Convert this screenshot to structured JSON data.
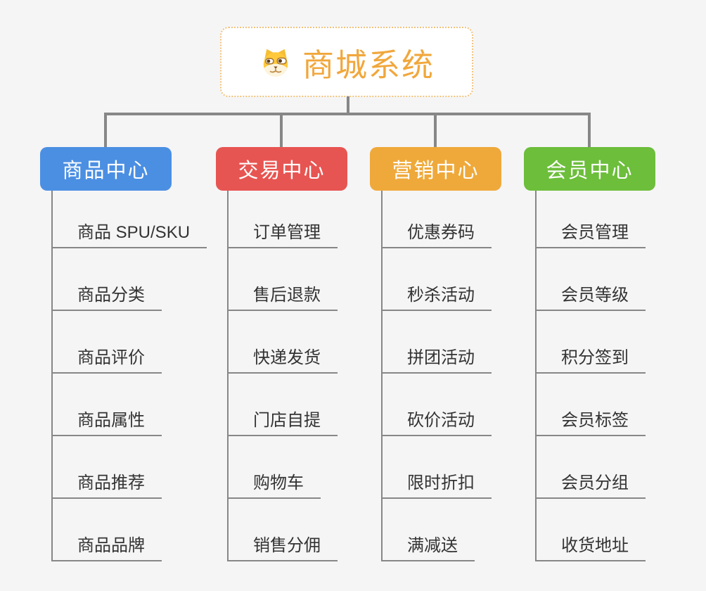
{
  "page": {
    "background_color": "#f5f5f6",
    "connector_color": "#878787",
    "child_text_color": "#333333"
  },
  "root": {
    "title": "商城系统",
    "icon": "dog-face",
    "text_color": "#f1a73c",
    "border_color": "#f0c27c",
    "background_color": "#ffffff"
  },
  "branches": [
    {
      "label": "商品中心",
      "color": "#4b8fe2",
      "children": [
        "商品 SPU/SKU",
        "商品分类",
        "商品评价",
        "商品属性",
        "商品推荐",
        "商品品牌"
      ]
    },
    {
      "label": "交易中心",
      "color": "#e75552",
      "children": [
        "订单管理",
        "售后退款",
        "快递发货",
        "门店自提",
        "购物车",
        "销售分佣"
      ]
    },
    {
      "label": "营销中心",
      "color": "#efa93a",
      "children": [
        "优惠券码",
        "秒杀活动",
        "拼团活动",
        "砍价活动",
        "限时折扣",
        "满减送"
      ]
    },
    {
      "label": "会员中心",
      "color": "#6cbe3b",
      "children": [
        "会员管理",
        "会员等级",
        "积分签到",
        "会员标签",
        "会员分组",
        "收货地址"
      ]
    }
  ]
}
